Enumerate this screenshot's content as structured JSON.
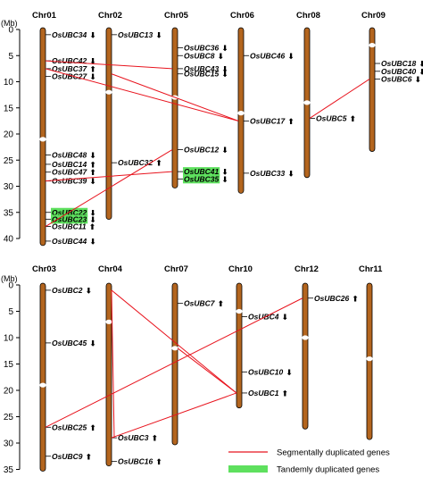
{
  "axis": {
    "unit": "(Mb)"
  },
  "colors": {
    "chromosome": "#b3651e",
    "chromosome_outline": "#000000",
    "centromere": "#ffffff",
    "segmental_line": "#e8141e",
    "tandem_highlight": "#5ee05e"
  },
  "legend": {
    "segmental": "Segmentally duplicated genes",
    "tandem": "Tandemly duplicated genes"
  },
  "panels": [
    {
      "id": "top",
      "ticks": [
        0,
        5,
        10,
        15,
        20,
        25,
        30,
        35,
        40
      ],
      "chromosomes": [
        {
          "name": "Chr01",
          "length": 41,
          "centromere": 21
        },
        {
          "name": "Chr02",
          "length": 36,
          "centromere": 12
        },
        {
          "name": "Chr05",
          "length": 30,
          "centromere": 13
        },
        {
          "name": "Chr06",
          "length": 31,
          "centromere": 16
        },
        {
          "name": "Chr08",
          "length": 28,
          "centromere": 14
        },
        {
          "name": "Chr09",
          "length": 23,
          "centromere": 3
        }
      ],
      "genes": [
        {
          "name": "OsUBC34",
          "chr": 0,
          "pos": 1,
          "strand": "down",
          "tandem": false
        },
        {
          "name": "OsUBC42",
          "chr": 0,
          "pos": 6,
          "strand": "down",
          "tandem": false
        },
        {
          "name": "OsUBC37",
          "chr": 0,
          "pos": 7.5,
          "strand": "up",
          "tandem": false
        },
        {
          "name": "OsUBC27",
          "chr": 0,
          "pos": 9,
          "strand": "down",
          "tandem": false
        },
        {
          "name": "OsUBC48",
          "chr": 0,
          "pos": 24,
          "strand": "down",
          "tandem": false
        },
        {
          "name": "OsUBC14",
          "chr": 0,
          "pos": 25.8,
          "strand": "up",
          "tandem": false
        },
        {
          "name": "OsUBC47",
          "chr": 0,
          "pos": 27.3,
          "strand": "up",
          "tandem": false
        },
        {
          "name": "OsUBC39",
          "chr": 0,
          "pos": 29,
          "strand": "down",
          "tandem": false
        },
        {
          "name": "OsUBC22",
          "chr": 0,
          "pos": 35,
          "strand": "down",
          "tandem": true
        },
        {
          "name": "OsUBC23",
          "chr": 0,
          "pos": 36.3,
          "strand": "down",
          "tandem": true
        },
        {
          "name": "OsUBC11",
          "chr": 0,
          "pos": 37.7,
          "strand": "up",
          "tandem": false
        },
        {
          "name": "OsUBC44",
          "chr": 0,
          "pos": 40.5,
          "strand": "down",
          "tandem": false
        },
        {
          "name": "OsUBC13",
          "chr": 1,
          "pos": 1,
          "strand": "down",
          "tandem": false
        },
        {
          "name": "OsUBC32",
          "chr": 1,
          "pos": 25.5,
          "strand": "up",
          "tandem": false
        },
        {
          "name": "OsUBC36",
          "chr": 2,
          "pos": 3.5,
          "strand": "down",
          "tandem": false
        },
        {
          "name": "OsUBC8",
          "chr": 2,
          "pos": 5,
          "strand": "down",
          "tandem": false
        },
        {
          "name": "OsUBC43",
          "chr": 2,
          "pos": 7.5,
          "strand": "down",
          "tandem": false
        },
        {
          "name": "OsUBC15",
          "chr": 2,
          "pos": 8.5,
          "strand": "down",
          "tandem": false
        },
        {
          "name": "OsUBC12",
          "chr": 2,
          "pos": 23,
          "strand": "down",
          "tandem": false
        },
        {
          "name": "OsUBC41",
          "chr": 2,
          "pos": 27.2,
          "strand": "down",
          "tandem": true
        },
        {
          "name": "OsUBC35",
          "chr": 2,
          "pos": 28.6,
          "strand": "down",
          "tandem": true
        },
        {
          "name": "OsUBC46",
          "chr": 3,
          "pos": 5,
          "strand": "down",
          "tandem": false
        },
        {
          "name": "OsUBC17",
          "chr": 3,
          "pos": 17.5,
          "strand": "up",
          "tandem": false
        },
        {
          "name": "OsUBC33",
          "chr": 3,
          "pos": 27.5,
          "strand": "down",
          "tandem": false
        },
        {
          "name": "OsUBC5",
          "chr": 4,
          "pos": 17,
          "strand": "up",
          "tandem": false
        },
        {
          "name": "OsUBC18",
          "chr": 5,
          "pos": 6.5,
          "strand": "down",
          "tandem": false
        },
        {
          "name": "OsUBC40",
          "chr": 5,
          "pos": 8,
          "strand": "down",
          "tandem": false
        },
        {
          "name": "OsUBC6",
          "chr": 5,
          "pos": 9.5,
          "strand": "down",
          "tandem": false
        }
      ],
      "links": [
        {
          "from": [
            0,
            6
          ],
          "to": [
            2,
            7.5
          ]
        },
        {
          "from": [
            0,
            7.5
          ],
          "to": [
            3,
            17.5
          ]
        },
        {
          "from": [
            1,
            8.5
          ],
          "to": [
            3,
            17.5
          ]
        },
        {
          "from": [
            0,
            29
          ],
          "to": [
            2,
            27.2
          ]
        },
        {
          "from": [
            0,
            37.7
          ],
          "to": [
            2,
            23
          ]
        },
        {
          "from": [
            4,
            17
          ],
          "to": [
            5,
            9.5
          ]
        }
      ]
    },
    {
      "id": "bottom",
      "ticks": [
        0,
        5,
        10,
        15,
        20,
        25,
        30,
        35
      ],
      "chromosomes": [
        {
          "name": "Chr03",
          "length": 35,
          "centromere": 19
        },
        {
          "name": "Chr04",
          "length": 34,
          "centromere": 7
        },
        {
          "name": "Chr07",
          "length": 30,
          "centromere": 12
        },
        {
          "name": "Chr10",
          "length": 23,
          "centromere": 5
        },
        {
          "name": "Chr12",
          "length": 27,
          "centromere": 10
        },
        {
          "name": "Chr11",
          "length": 29,
          "centromere": 14
        }
      ],
      "genes": [
        {
          "name": "OsUBC2",
          "chr": 0,
          "pos": 1,
          "strand": "down",
          "tandem": false
        },
        {
          "name": "OsUBC45",
          "chr": 0,
          "pos": 11,
          "strand": "down",
          "tandem": false
        },
        {
          "name": "OsUBC25",
          "chr": 0,
          "pos": 27,
          "strand": "up",
          "tandem": false
        },
        {
          "name": "OsUBC9",
          "chr": 0,
          "pos": 32.5,
          "strand": "up",
          "tandem": false
        },
        {
          "name": "OsUBC3",
          "chr": 1,
          "pos": 29,
          "strand": "up",
          "tandem": false
        },
        {
          "name": "OsUBC16",
          "chr": 1,
          "pos": 33.5,
          "strand": "up",
          "tandem": false
        },
        {
          "name": "OsUBC7",
          "chr": 2,
          "pos": 3.5,
          "strand": "up",
          "tandem": false
        },
        {
          "name": "OsUBC4",
          "chr": 3,
          "pos": 6,
          "strand": "down",
          "tandem": false
        },
        {
          "name": "OsUBC10",
          "chr": 3,
          "pos": 16.5,
          "strand": "down",
          "tandem": false
        },
        {
          "name": "OsUBC1",
          "chr": 3,
          "pos": 20.5,
          "strand": "up",
          "tandem": false
        },
        {
          "name": "OsUBC26",
          "chr": 4,
          "pos": 2.5,
          "strand": "up",
          "tandem": false
        }
      ],
      "links": [
        {
          "from": [
            1,
            1
          ],
          "to": [
            1,
            29
          ]
        },
        {
          "from": [
            1,
            1
          ],
          "to": [
            3,
            20.5
          ]
        },
        {
          "from": [
            0,
            27
          ],
          "to": [
            4,
            2.5
          ]
        },
        {
          "from": [
            1,
            29
          ],
          "to": [
            3,
            20.5
          ]
        },
        {
          "from": [
            2,
            12
          ],
          "to": [
            3,
            20.5
          ]
        }
      ]
    }
  ]
}
